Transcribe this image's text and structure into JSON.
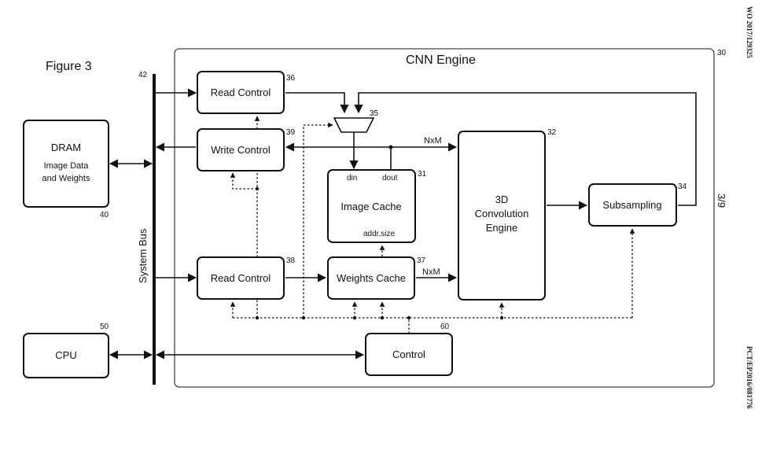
{
  "figure_label": "Figure 3",
  "engine": {
    "title": "CNN Engine",
    "ref": "30"
  },
  "bus": {
    "label": "System Bus",
    "ref": "42"
  },
  "dram": {
    "title": "DRAM",
    "line1": "Image Data",
    "line2": "and Weights",
    "ref": "40"
  },
  "cpu": {
    "label": "CPU",
    "ref": "50"
  },
  "read_control_top": {
    "label": "Read Control",
    "ref": "36"
  },
  "write_control": {
    "label": "Write Control",
    "ref": "39"
  },
  "read_control_bottom": {
    "label": "Read Control",
    "ref": "38"
  },
  "mux": {
    "ref": "35"
  },
  "image_cache": {
    "label": "Image Cache",
    "din": "din",
    "dout": "dout",
    "addr": "addr,size",
    "ref": "31"
  },
  "weights_cache": {
    "label": "Weights Cache",
    "ref": "37"
  },
  "conv_engine": {
    "line1": "3D",
    "line2": "Convolution",
    "line3": "Engine",
    "ref": "32"
  },
  "subsampling": {
    "label": "Subsampling",
    "ref": "34"
  },
  "control": {
    "label": "Control",
    "ref": "60"
  },
  "bus_width_top": "NxM",
  "bus_width_bottom": "NxM",
  "page_number": "3/9",
  "side_text_top": "WO 2017/129325",
  "side_text_bottom": "PCT/EP2016/081776"
}
